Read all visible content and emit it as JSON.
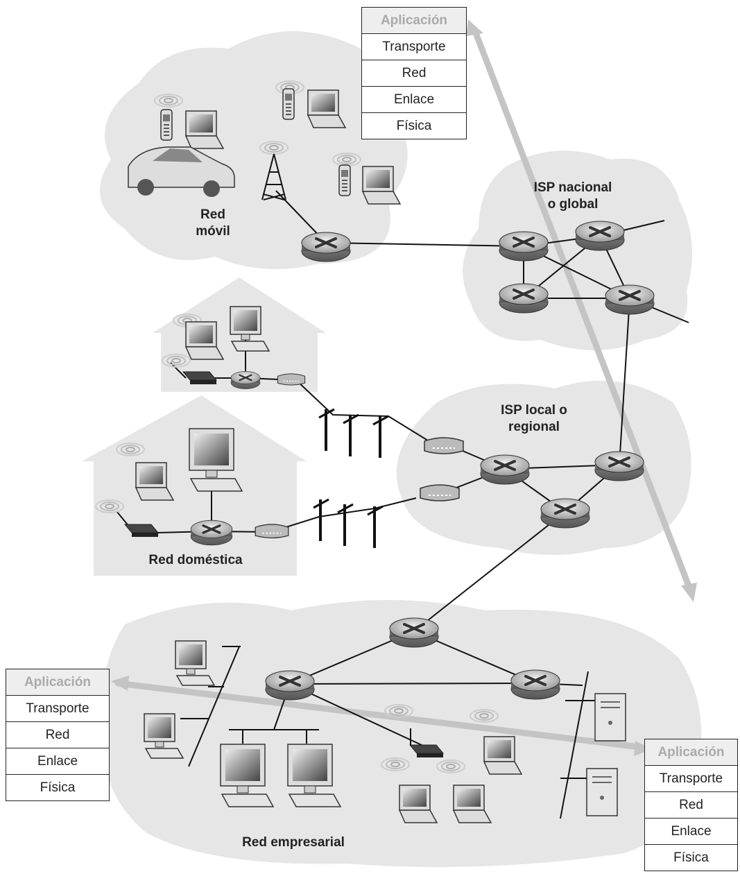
{
  "regions": {
    "mobile": "Red\nmóvil",
    "global_isp": "ISP nacional\no global",
    "local_isp": "ISP local o\nregional",
    "home": "Red doméstica",
    "enterprise": "Red empresarial"
  },
  "stack_layers": [
    "Aplicación",
    "Transporte",
    "Red",
    "Enlace",
    "Física"
  ],
  "colors": {
    "cloud": "#e6e6e6",
    "arrow": "#c4c4c4",
    "line": "#111111"
  }
}
